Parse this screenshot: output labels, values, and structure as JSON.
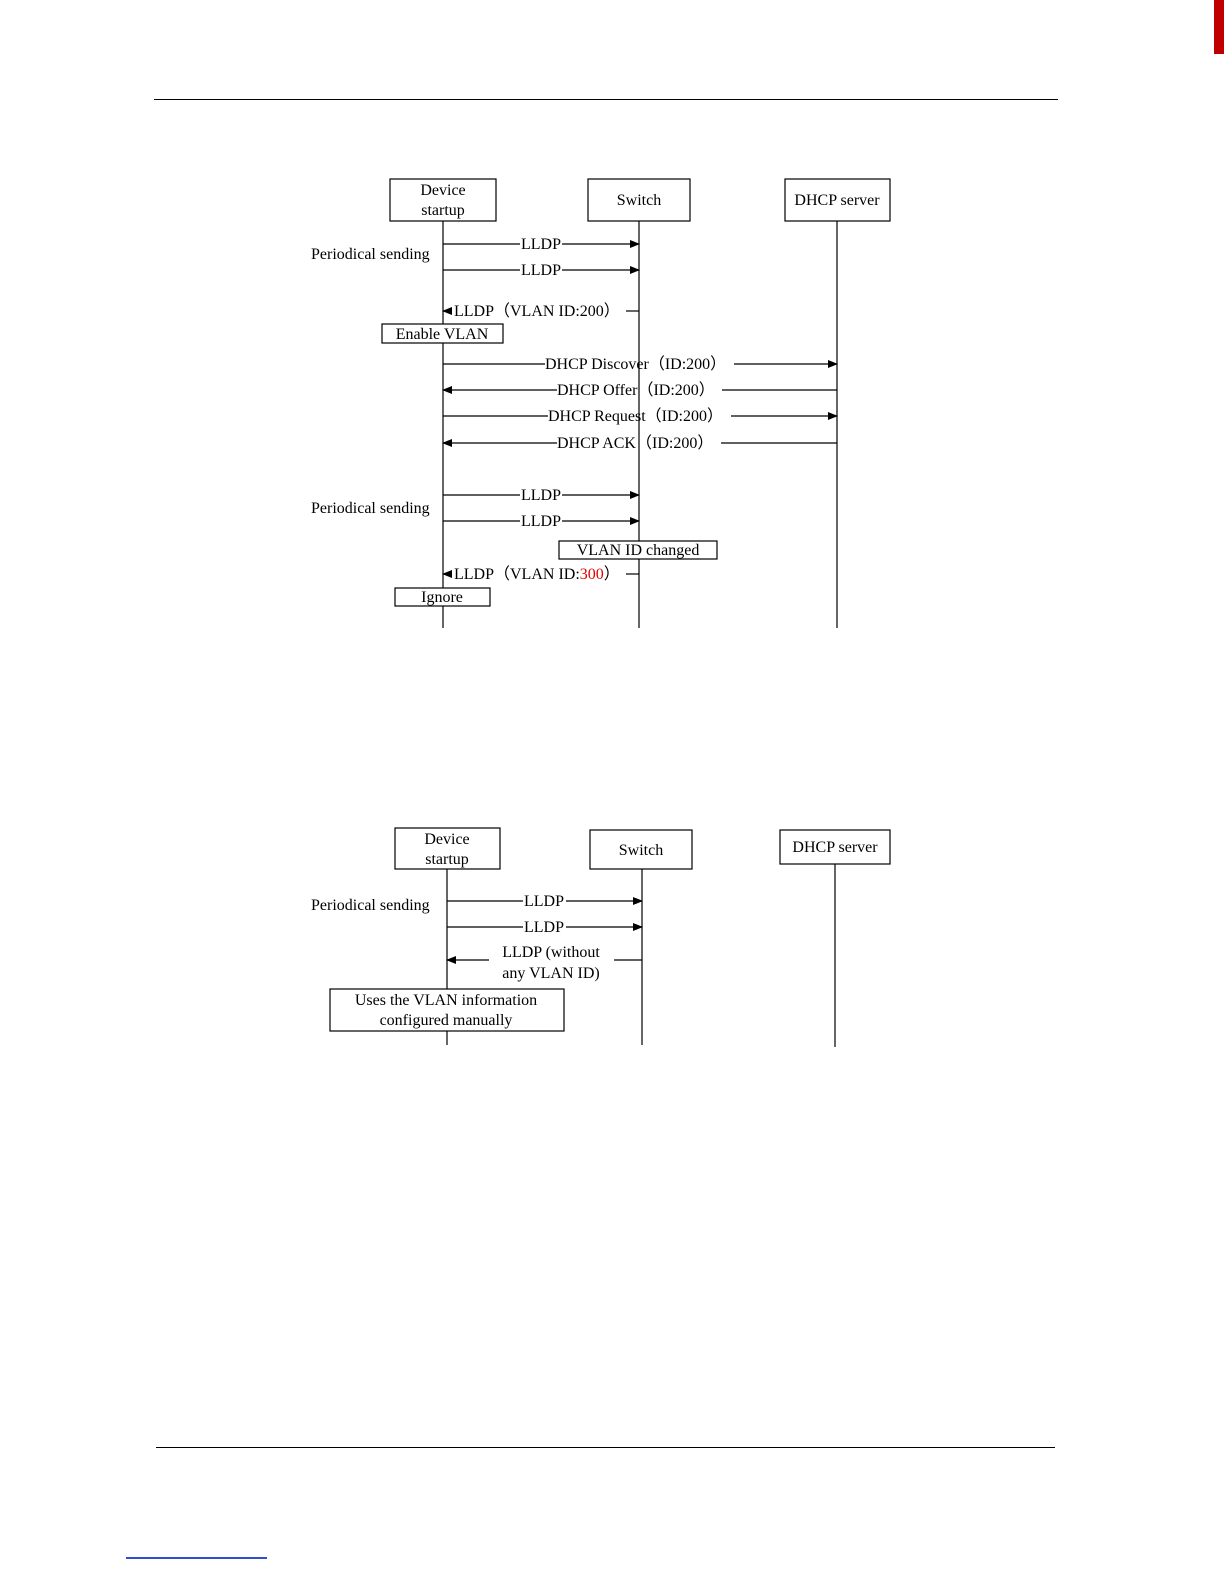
{
  "diagram1": {
    "participants": {
      "device_line1": "Device",
      "device_line2": "startup",
      "switch": "Switch",
      "dhcp": "DHCP server"
    },
    "notes": {
      "periodical_1": "Periodical sending",
      "periodical_2": "Periodical sending",
      "enable_vlan": "Enable VLAN",
      "vlan_changed": "VLAN ID changed",
      "ignore": "Ignore"
    },
    "messages": {
      "lldp_1": "LLDP",
      "lldp_2": "LLDP",
      "lldp_vlan200": "LLDP（VLAN ID:200）",
      "dhcp_discover": "DHCP Discover（ID:200）",
      "dhcp_offer": "DHCP Offer（ID:200）",
      "dhcp_request": "DHCP Request（ID:200）",
      "dhcp_ack": "DHCP ACK（ID:200）",
      "lldp_3": "LLDP",
      "lldp_4": "LLDP",
      "lldp_vlan300_prefix": "LLDP（VLAN ID:",
      "lldp_vlan300_value": "300",
      "lldp_vlan300_suffix": "）"
    },
    "highlight_color": "#e00000"
  },
  "diagram2": {
    "participants": {
      "device_line1": "Device",
      "device_line2": "startup",
      "switch": "Switch",
      "dhcp": "DHCP server"
    },
    "notes": {
      "periodical": "Periodical sending",
      "uses_vlan_line1": "Uses the VLAN information",
      "uses_vlan_line2": "configured manually"
    },
    "messages": {
      "lldp_1": "LLDP",
      "lldp_2": "LLDP",
      "lldp_novlan_line1": "LLDP (without",
      "lldp_novlan_line2": "any VLAN ID)"
    }
  }
}
